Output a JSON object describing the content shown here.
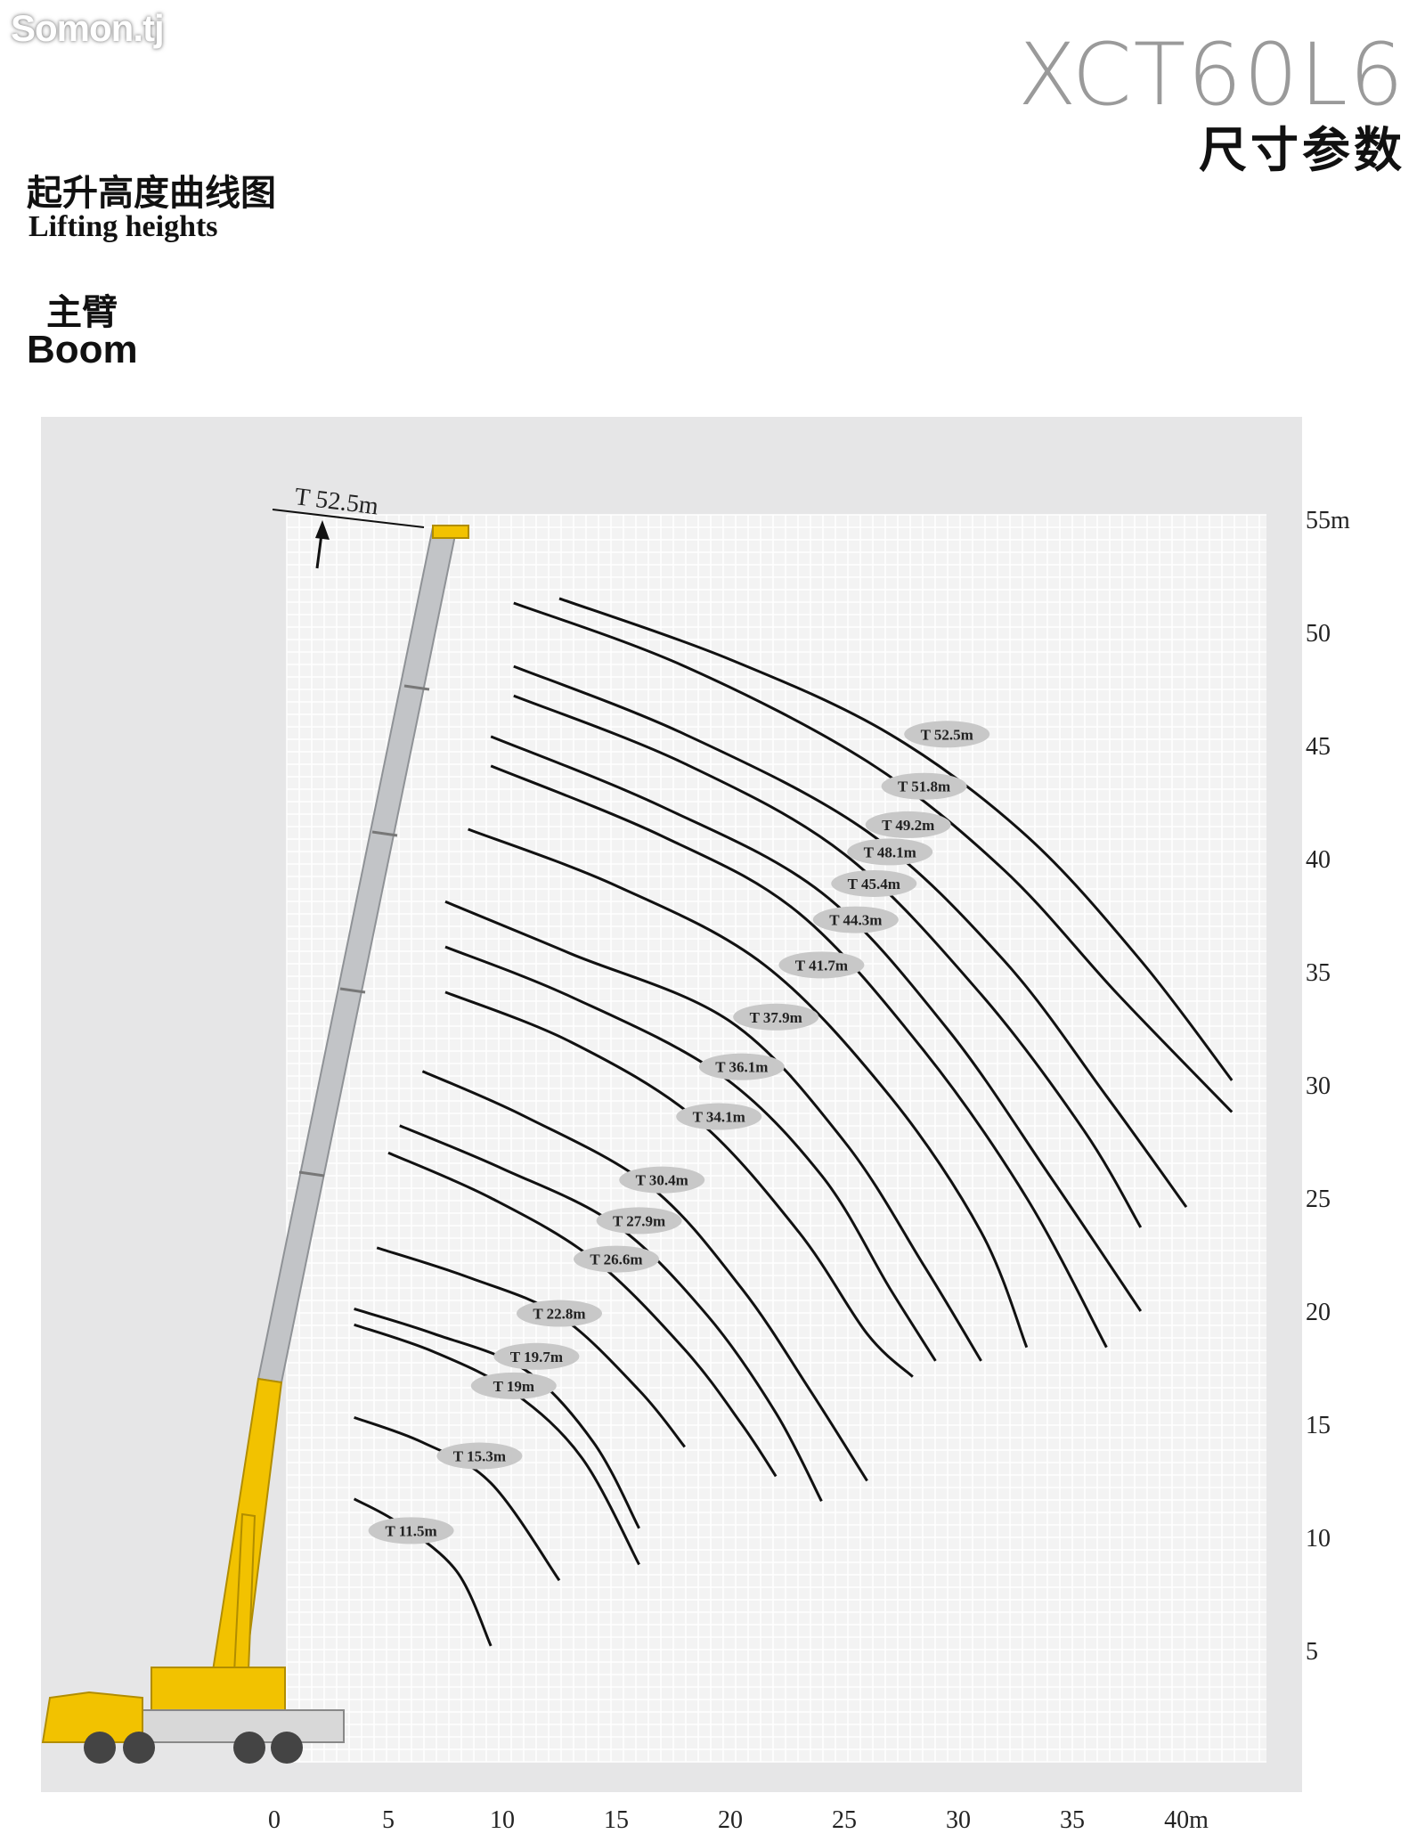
{
  "watermark": "Somon.tj",
  "header": {
    "model": "XCT60L6",
    "spec_cn": "尺寸参数",
    "title_cn": "起升高度曲线图",
    "title_en": "Lifting heights",
    "boom_cn": "主臂",
    "boom_en": "Boom"
  },
  "colors": {
    "panel": "#e6e6e7",
    "grid_area": "#f3f3f3",
    "grid_line": "#ffffff",
    "curve": "#111111",
    "boom_yellow": "#f2c200",
    "boom_grey": "#c2c4c7",
    "label_bubble": "#c8c8c8"
  },
  "chart_data": {
    "type": "line",
    "title": "Lifting heights",
    "xlabel": "",
    "ylabel": "",
    "xlim": [
      0,
      42
    ],
    "ylim": [
      0,
      57
    ],
    "x_ticks": [
      "0",
      "5",
      "10",
      "15",
      "20",
      "25",
      "30",
      "35",
      "40m"
    ],
    "y_ticks": [
      "5",
      "10",
      "15",
      "20",
      "25",
      "30",
      "35",
      "40",
      "45",
      "50",
      "55m"
    ],
    "boom_top_label": "T 52.5m",
    "series": [
      {
        "name": "T 52.5m",
        "label": [
          29.5,
          45.5
        ],
        "points": [
          [
            12.5,
            51.5
          ],
          [
            20,
            48.8
          ],
          [
            27,
            45.5
          ],
          [
            33,
            41
          ],
          [
            38,
            35.5
          ],
          [
            42,
            30.2
          ]
        ]
      },
      {
        "name": "T 51.8m",
        "label": [
          28.5,
          43.2
        ],
        "points": [
          [
            10.5,
            51.3
          ],
          [
            18,
            48.5
          ],
          [
            26,
            44.3
          ],
          [
            32,
            39.5
          ],
          [
            37,
            34
          ],
          [
            42,
            28.8
          ]
        ]
      },
      {
        "name": "T 49.2m",
        "label": [
          27.8,
          41.5
        ],
        "points": [
          [
            10.5,
            48.5
          ],
          [
            18,
            45.5
          ],
          [
            26,
            41.2
          ],
          [
            32,
            35.5
          ],
          [
            36.5,
            29.5
          ],
          [
            40,
            24.6
          ]
        ]
      },
      {
        "name": "T 48.1m",
        "label": [
          27,
          40.3
        ],
        "points": [
          [
            10.5,
            47.2
          ],
          [
            18,
            44.2
          ],
          [
            25,
            40.2
          ],
          [
            31,
            34
          ],
          [
            35.5,
            28
          ],
          [
            38,
            23.7
          ]
        ]
      },
      {
        "name": "T 45.4m",
        "label": [
          26.3,
          38.9
        ],
        "points": [
          [
            9.5,
            45.4
          ],
          [
            17,
            42.3
          ],
          [
            24,
            38.5
          ],
          [
            29.5,
            32.5
          ],
          [
            34,
            26
          ],
          [
            38,
            20
          ]
        ]
      },
      {
        "name": "T 44.3m",
        "label": [
          25.5,
          37.3
        ],
        "points": [
          [
            9.5,
            44.1
          ],
          [
            17,
            41
          ],
          [
            23,
            37.6
          ],
          [
            28.5,
            31.5
          ],
          [
            33,
            25
          ],
          [
            36.5,
            18.4
          ]
        ]
      },
      {
        "name": "T 41.7m",
        "label": [
          24,
          35.3
        ],
        "points": [
          [
            8.5,
            41.3
          ],
          [
            15,
            38.8
          ],
          [
            21.5,
            35.3
          ],
          [
            27,
            29.5
          ],
          [
            31,
            23.5
          ],
          [
            33,
            18.4
          ]
        ]
      },
      {
        "name": "T 37.9m",
        "label": [
          22,
          33
        ],
        "points": [
          [
            7.5,
            38.1
          ],
          [
            13,
            35.8
          ],
          [
            20,
            32.8
          ],
          [
            25,
            27.5
          ],
          [
            28.5,
            22
          ],
          [
            31,
            17.8
          ]
        ]
      },
      {
        "name": "T 36.1m",
        "label": [
          20.5,
          30.8
        ],
        "points": [
          [
            7.5,
            36.1
          ],
          [
            13,
            33.9
          ],
          [
            19.5,
            30.5
          ],
          [
            24,
            26
          ],
          [
            27,
            21
          ],
          [
            29,
            17.8
          ]
        ]
      },
      {
        "name": "T 34.1m",
        "label": [
          19.5,
          28.6
        ],
        "points": [
          [
            7.5,
            34.1
          ],
          [
            13,
            31.9
          ],
          [
            18.5,
            28.5
          ],
          [
            23,
            23.5
          ],
          [
            26,
            19
          ],
          [
            28,
            17.1
          ]
        ]
      },
      {
        "name": "T 30.4m",
        "label": [
          17,
          25.8
        ],
        "points": [
          [
            6.5,
            30.6
          ],
          [
            11,
            28.6
          ],
          [
            16.5,
            25.5
          ],
          [
            20.5,
            21
          ],
          [
            23.5,
            16.5
          ],
          [
            26,
            12.5
          ]
        ]
      },
      {
        "name": "T 27.9m",
        "label": [
          16,
          24
        ],
        "points": [
          [
            5.5,
            28.2
          ],
          [
            10,
            26.3
          ],
          [
            15,
            23.8
          ],
          [
            19,
            19.8
          ],
          [
            22,
            15.5
          ],
          [
            24,
            11.6
          ]
        ]
      },
      {
        "name": "T 26.6m",
        "label": [
          15,
          22.3
        ],
        "points": [
          [
            5,
            27
          ],
          [
            9.5,
            25
          ],
          [
            14,
            22.3
          ],
          [
            18,
            18.3
          ],
          [
            20.5,
            15
          ],
          [
            22,
            12.7
          ]
        ]
      },
      {
        "name": "T 22.8m",
        "label": [
          12.5,
          19.9
        ],
        "points": [
          [
            4.5,
            22.8
          ],
          [
            8.5,
            21.5
          ],
          [
            12.5,
            19.8
          ],
          [
            16,
            16.5
          ],
          [
            18,
            14
          ]
        ]
      },
      {
        "name": "T 19.7m",
        "label": [
          11.5,
          18
        ],
        "points": [
          [
            3.5,
            20.1
          ],
          [
            7,
            19
          ],
          [
            11,
            17.4
          ],
          [
            14,
            14.2
          ],
          [
            16,
            10.4
          ]
        ]
      },
      {
        "name": "T 19m",
        "label": [
          10.5,
          16.7
        ],
        "points": [
          [
            3.5,
            19.4
          ],
          [
            7,
            18.2
          ],
          [
            10.5,
            16.4
          ],
          [
            13.5,
            13.5
          ],
          [
            16,
            8.8
          ]
        ]
      },
      {
        "name": "T 15.3m",
        "label": [
          9,
          13.6
        ],
        "points": [
          [
            3.5,
            15.3
          ],
          [
            6.5,
            14.2
          ],
          [
            9.5,
            12.4
          ],
          [
            12.5,
            8.1
          ]
        ]
      },
      {
        "name": "T 11.5m",
        "label": [
          6,
          10.3
        ],
        "points": [
          [
            3.5,
            11.7
          ],
          [
            5.5,
            10.6
          ],
          [
            8,
            8.5
          ],
          [
            9.5,
            5.2
          ]
        ]
      }
    ]
  }
}
